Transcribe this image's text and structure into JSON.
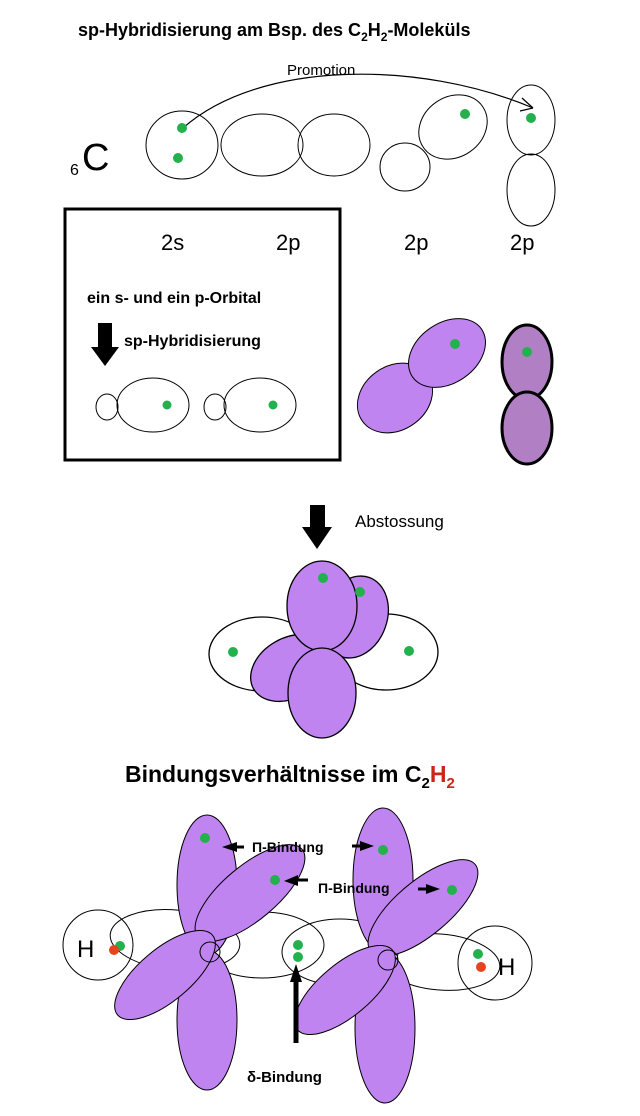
{
  "title": {
    "prefix": "sp-Hybridisierung am Bsp. des C",
    "sub1": "2",
    "mid": "H",
    "sub2": "2",
    "suffix": "-Moleküls"
  },
  "promotion_label": "Promotion",
  "element": {
    "pre_subscript": "6",
    "symbol": "C"
  },
  "orbital_labels": {
    "s2": "2s",
    "p2_a": "2p",
    "p2_b": "2p",
    "p2_c": "2p"
  },
  "box": {
    "line1": "ein s- und ein p-Orbital",
    "line2": "sp-Hybridisierung"
  },
  "repulsion_label": "Abstossung",
  "bonding_title": {
    "prefix": "Bindungsverhältnisse im C",
    "sub1": "2",
    "mid": "H",
    "sub2": "2"
  },
  "bond_labels": {
    "pi_1": "Π-Bindung",
    "pi_2": "Π-Bindung",
    "sigma": "δ-Bindung"
  },
  "hydrogen": {
    "left": "H",
    "right": "H"
  },
  "colors": {
    "lavender": "#c084f0",
    "dark_lavender": "#b07fc4",
    "electron": "#22b14c",
    "hydrogen_electron": "#e8421e",
    "title_accent": "#c8261a",
    "outline": "#000000"
  }
}
